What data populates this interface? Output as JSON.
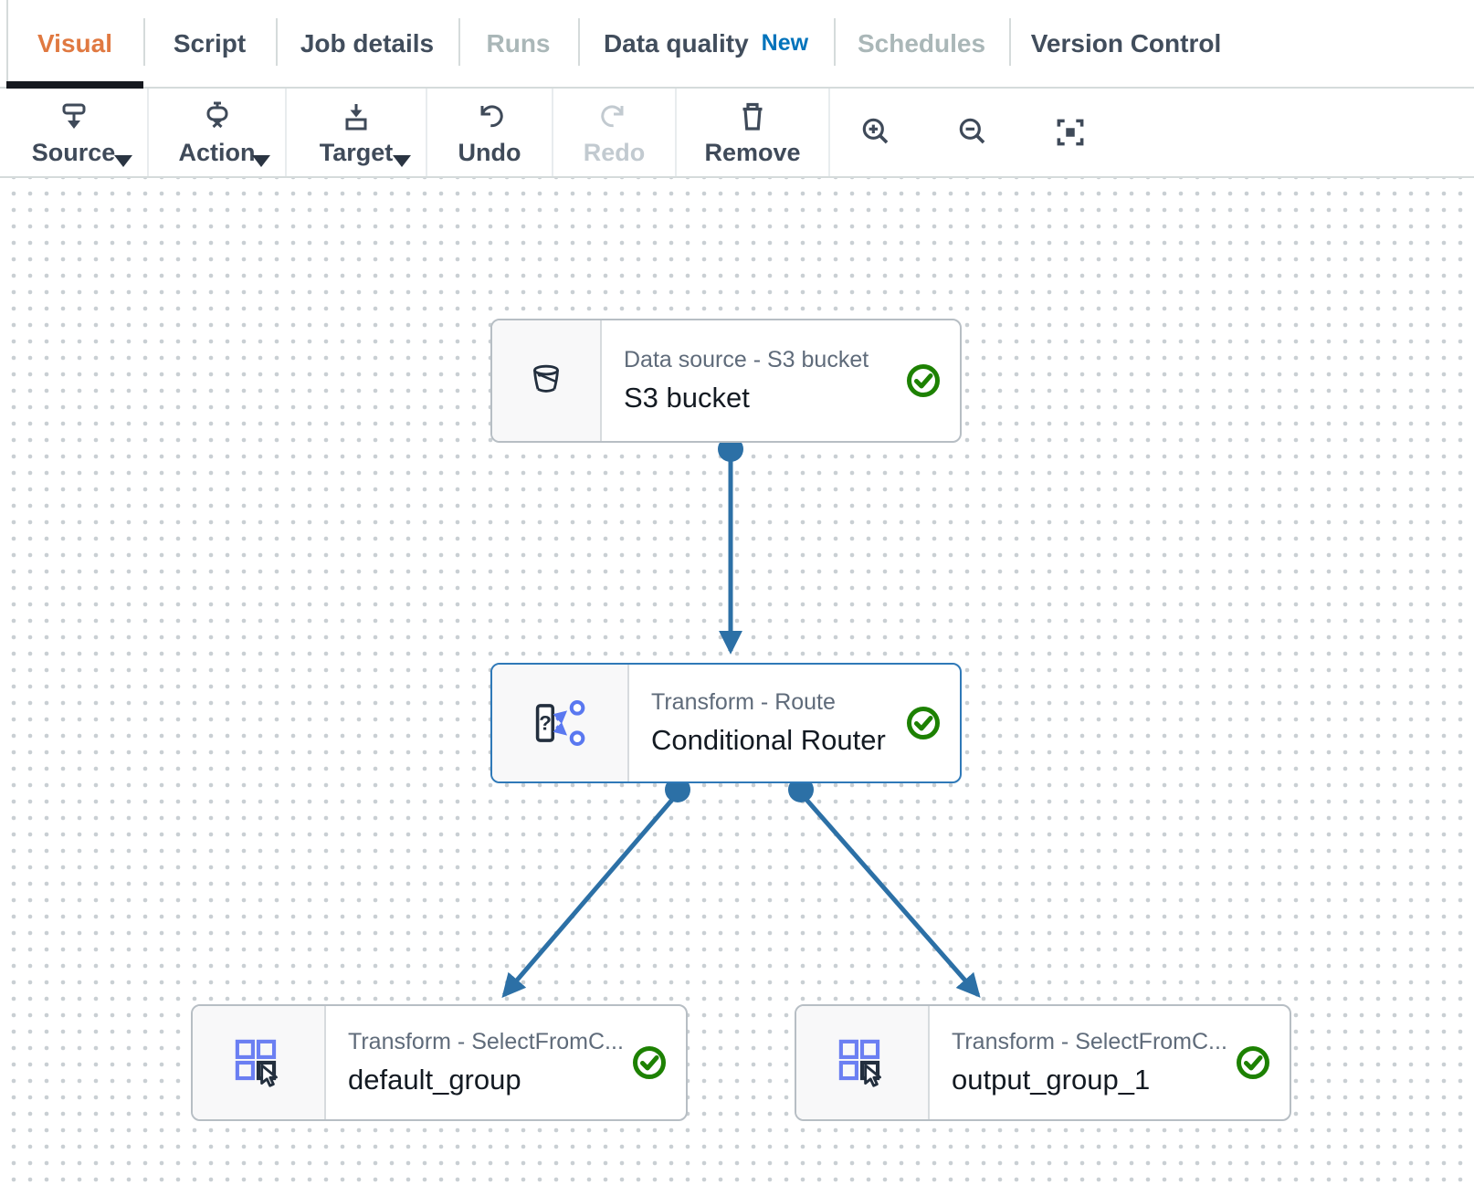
{
  "tab_bar": {
    "tabs": [
      {
        "label": "Visual",
        "state": "active"
      },
      {
        "label": "Script",
        "state": "normal"
      },
      {
        "label": "Job details",
        "state": "normal"
      },
      {
        "label": "Runs",
        "state": "disabled"
      },
      {
        "label": "Data quality",
        "state": "normal",
        "badge": "New"
      },
      {
        "label": "Schedules",
        "state": "disabled"
      },
      {
        "label": "Version Control",
        "state": "normal"
      }
    ]
  },
  "toolbar": {
    "source": {
      "label": "Source",
      "has_menu": true
    },
    "action": {
      "label": "Action",
      "has_menu": true
    },
    "target": {
      "label": "Target",
      "has_menu": true
    },
    "undo": {
      "label": "Undo"
    },
    "redo": {
      "label": "Redo",
      "disabled": true
    },
    "remove": {
      "label": "Remove"
    },
    "zoom_controls": [
      {
        "name": "zoom-in"
      },
      {
        "name": "zoom-out"
      },
      {
        "name": "fit-to-screen"
      }
    ]
  },
  "canvas": {
    "nodes": [
      {
        "title": "Data source - S3 bucket",
        "name": "S3 bucket",
        "type": "source",
        "icon": "s3-bucket-icon",
        "status": "valid"
      },
      {
        "title": "Transform - Route",
        "name": "Conditional Router",
        "type": "transform",
        "icon": "conditional-router-icon",
        "status": "valid",
        "selected": true
      },
      {
        "title": "Transform - SelectFromC...",
        "name": "default_group",
        "type": "transform",
        "icon": "select-from-collection-icon",
        "status": "valid"
      },
      {
        "title": "Transform - SelectFromC...",
        "name": "output_group_1",
        "type": "transform",
        "icon": "select-from-collection-icon",
        "status": "valid"
      }
    ],
    "edges": [
      {
        "from": "S3 bucket",
        "to": "Conditional Router"
      },
      {
        "from": "Conditional Router",
        "to": "default_group"
      },
      {
        "from": "Conditional Router",
        "to": "output_group_1"
      }
    ],
    "router_icon_glyph": "?"
  },
  "colors": {
    "accent_orange": "#e07941",
    "new_badge_blue": "#0073bb",
    "edge_blue": "#2c70a6",
    "success_green": "#1d8102",
    "icon_indigo": "#6b7ff2",
    "icon_dark": "#232f3e",
    "selected_node_border": "#2f79b8"
  }
}
